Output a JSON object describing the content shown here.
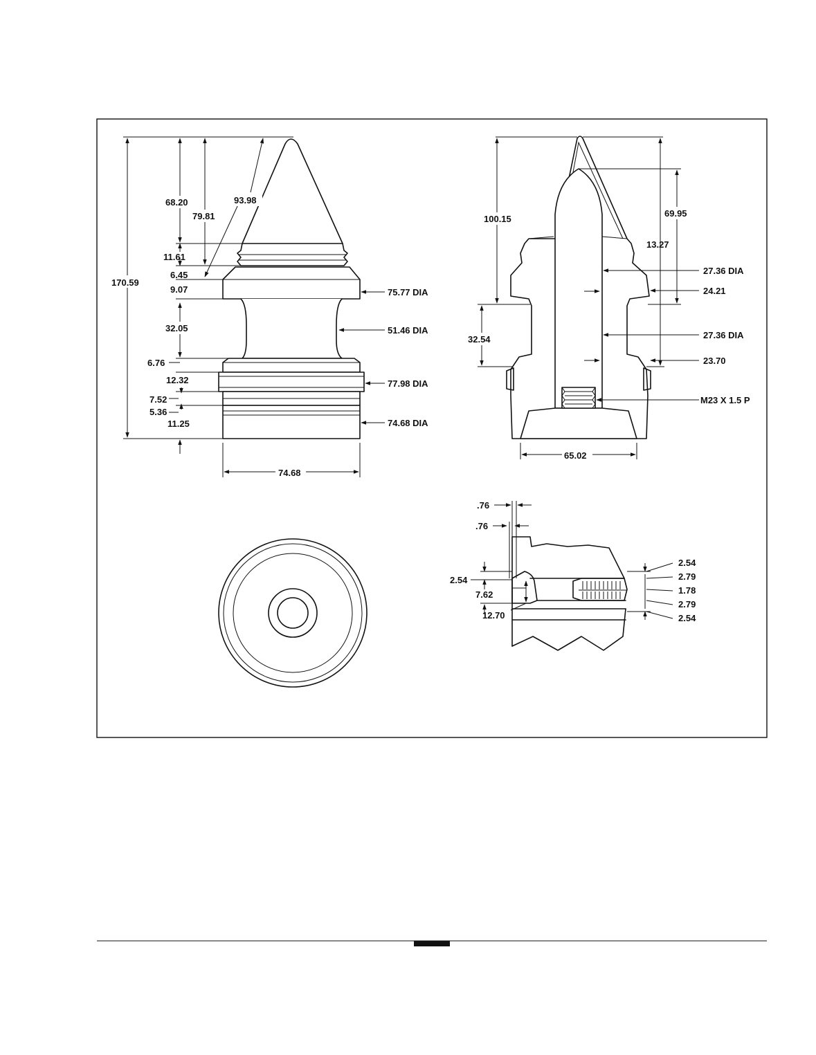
{
  "colors": {
    "ink": "#111111",
    "paper": "#ffffff"
  },
  "side_view": {
    "dims": {
      "overall_height": "170.59",
      "tip_to_collar_top": "68.20",
      "tip_to_collar_mid": "79.81",
      "slant_length": "93.98",
      "collar_ring_1": "11.61",
      "collar_ring_2": "6.45",
      "collar_flange": "9.07",
      "collar_dia": "75.77 DIA",
      "neck_length": "32.05",
      "neck_dia": "51.46 DIA",
      "base_step": "6.76",
      "base_band_1": "12.32",
      "base_dia_large": "77.98 DIA",
      "groove_1": "7.52",
      "groove_2": "5.36",
      "base_band_2": "11.25",
      "base_dia_small": "74.68 DIA",
      "base_width": "74.68"
    }
  },
  "section_view": {
    "dims": {
      "upper_height": "100.15",
      "inner_height": "69.95",
      "wall_offset": "13.27",
      "bore_dia_upper": "27.36 DIA",
      "bore_depth_upper": "24.21",
      "neck_length": "32.54",
      "bore_dia_lower": "27.36 DIA",
      "bore_depth_lower": "23.70",
      "thread": "M23 X 1.5 P",
      "base_width": "65.02"
    }
  },
  "detail_view": {
    "dims": {
      "gap_top": ".76",
      "gap_bottom": ".76",
      "left_step": "2.54",
      "left_height": "7.62",
      "left_depth": "12.70",
      "right_1": "2.54",
      "right_2": "2.79",
      "right_3": "1.78",
      "right_4": "2.79",
      "right_5": "2.54"
    }
  }
}
